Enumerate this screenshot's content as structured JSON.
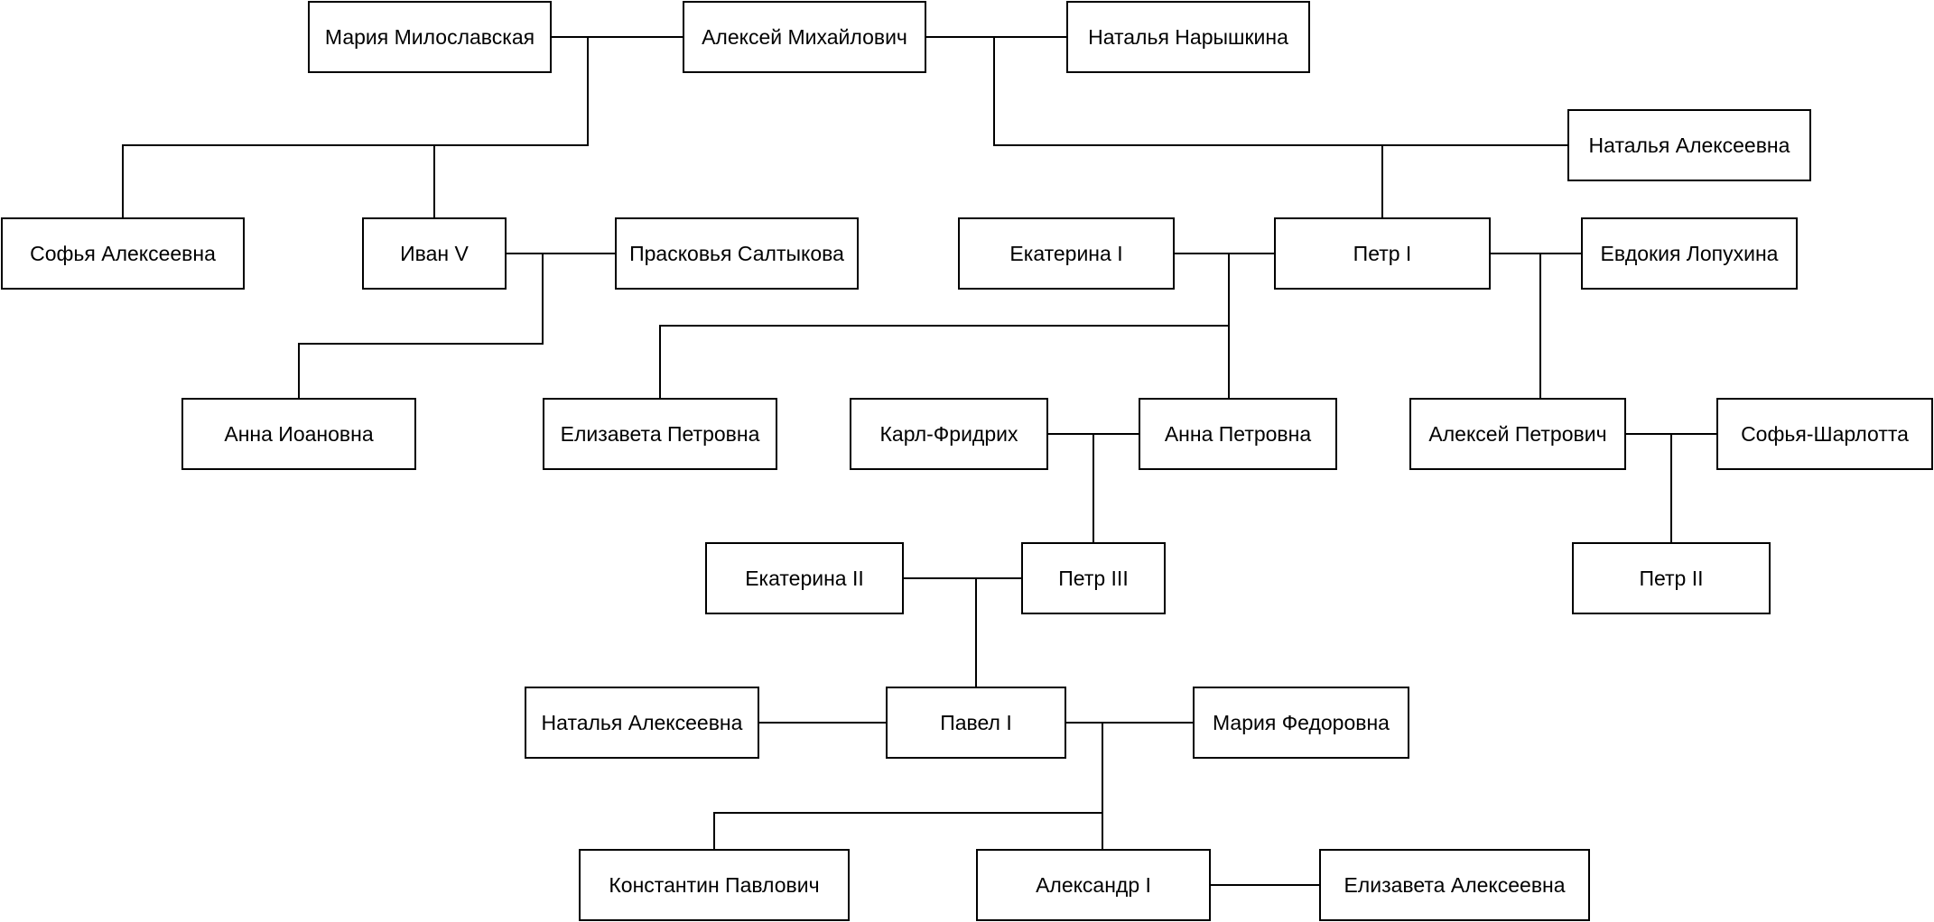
{
  "diagram": {
    "line_color": "#000000",
    "box_border_color": "#000000",
    "background_color": "#ffffff",
    "people": {
      "mariya_miloslavskaya": "Мария Милославская",
      "aleksey_mikhaylovich": "Алексей Михайлович",
      "natalya_naryshkina": "Наталья Нарышкина",
      "natalya_alekseevna_sister": "Наталья Алексеевна",
      "sofya_alekseevna": "Софья Алексеевна",
      "ivan_v": "Иван V",
      "praskovya_saltykova": "Прасковья Салтыкова",
      "ekaterina_i": "Екатерина I",
      "petr_i": "Петр I",
      "evdokiya_lopukhina": "Евдокия Лопухина",
      "anna_ioanovna": "Анна Иоановна",
      "elizaveta_petrovna": "Елизавета Петровна",
      "karl_fridrikh": "Карл-Фридрих",
      "anna_petrovna": "Анна Петровна",
      "aleksey_petrovich": "Алексей Петрович",
      "sofya_sharlotta": "Софья-Шарлотта",
      "ekaterina_ii": "Екатерина II",
      "petr_iii": "Петр III",
      "petr_ii": "Петр II",
      "natalya_alekseevna_wife": "Наталья Алексеевна",
      "pavel_i": "Павел I",
      "mariya_fedorovna": "Мария Федоровна",
      "konstantin_pavlovich": "Константин Павлович",
      "aleksandr_i": "Александр I",
      "elizaveta_alekseevna": "Елизавета Алексеевна"
    }
  }
}
